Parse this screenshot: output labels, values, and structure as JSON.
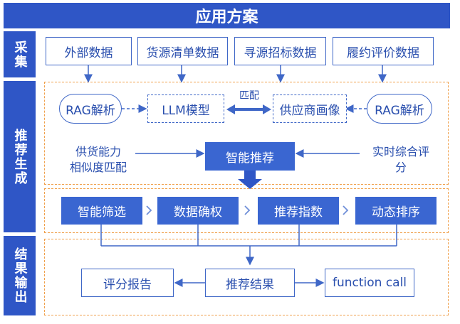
{
  "title": "应用方案",
  "sections": {
    "collect": "采集",
    "recommend": "推荐生成",
    "output": "结果输出"
  },
  "collect_boxes": [
    "外部数据",
    "货源清单数据",
    "寻源招标数据",
    "履约评价数据"
  ],
  "recommend": {
    "rag_left": "RAG解析",
    "llm": "LLM模型",
    "match_label": "匹配",
    "supplier_profile": "供应商画像",
    "rag_right": "RAG解析",
    "left_note_line1": "供货能力",
    "left_note_line2": "相似度匹配",
    "smart_recommend": "智能推荐",
    "right_note_line1": "实时综合评",
    "right_note_line2": "分"
  },
  "pipeline": [
    "智能筛选",
    "数据确权",
    "推荐指数",
    "动态排序"
  ],
  "output": {
    "report": "评分报告",
    "result": "推荐结果",
    "function_call": "function call"
  },
  "colors": {
    "primary": "#2f56c6",
    "box_fill": "#3a66d1",
    "text_blue": "#2a4fae",
    "orange_dash": "#f0a04b"
  }
}
